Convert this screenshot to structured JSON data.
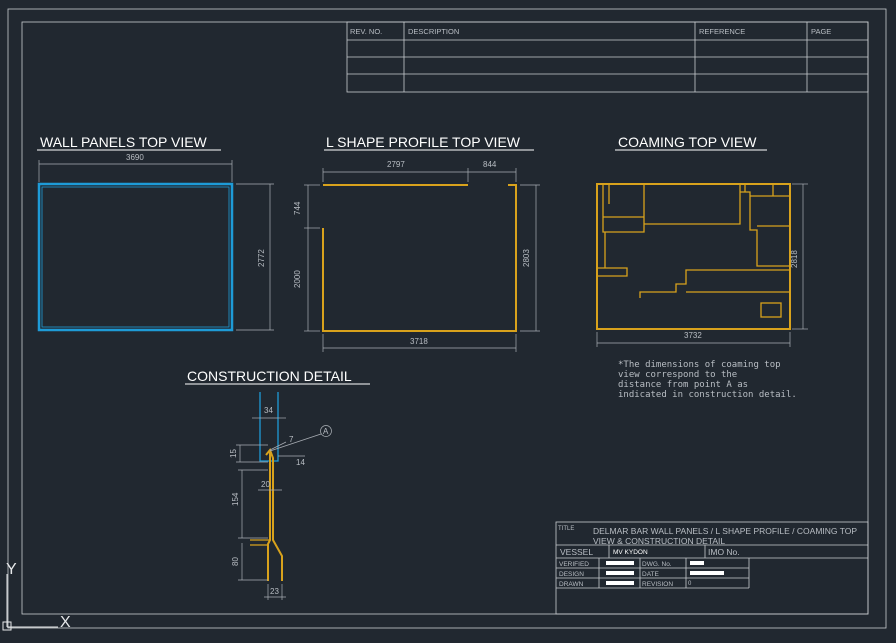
{
  "revision_table": {
    "headers": [
      "REV. NO.",
      "DESCRIPTION",
      "REFERENCE",
      "PAGE"
    ]
  },
  "views": {
    "wall_panels": {
      "title": "WALL PANELS TOP VIEW",
      "dim_width": "3690",
      "dim_height": "2772"
    },
    "l_shape": {
      "title": "L SHAPE PROFILE TOP VIEW",
      "dim_top_left": "2797",
      "dim_top_right": "844",
      "dim_left_upper": "744",
      "dim_left_lower": "2000",
      "dim_right": "2803",
      "dim_bottom": "3718"
    },
    "coaming": {
      "title": "COAMING TOP VIEW",
      "dim_bottom": "3732",
      "dim_right": "2818",
      "note": [
        "*The dimensions of coaming top",
        "view correspond to the",
        "distance from point A as",
        "indicated in construction detail."
      ]
    },
    "construction": {
      "title": "CONSTRUCTION DETAIL",
      "dims": {
        "d34": "34",
        "d7": "7",
        "d14": "14",
        "d15": "15",
        "d20": "20",
        "d154": "154",
        "d80": "80",
        "d23": "23"
      },
      "point_label": "A"
    }
  },
  "title_block": {
    "title_label": "TITLE",
    "title_line1": "DELMAR BAR WALL PANELS / L SHAPE PROFILE / COAMING TOP",
    "title_line2": "VIEW & CONSTRUCTION DETAIL",
    "vessel_label": "VESSEL",
    "vessel_value": "MV KYDON",
    "imo_label": "IMO No.",
    "verified_label": "VERIFIED",
    "design_label": "DESIGN",
    "drawn_label": "DRAWN",
    "dwg_label": "DWG. No.",
    "date_label": "DATE",
    "revision_label": "REVISION",
    "revision_value": "0"
  },
  "ucs": {
    "y_label": "Y",
    "x_label": "X"
  },
  "colors": {
    "background": "#212830",
    "frame": "#c8ccd0",
    "profile": "#d8a21c",
    "panel": "#1e9bd7"
  }
}
